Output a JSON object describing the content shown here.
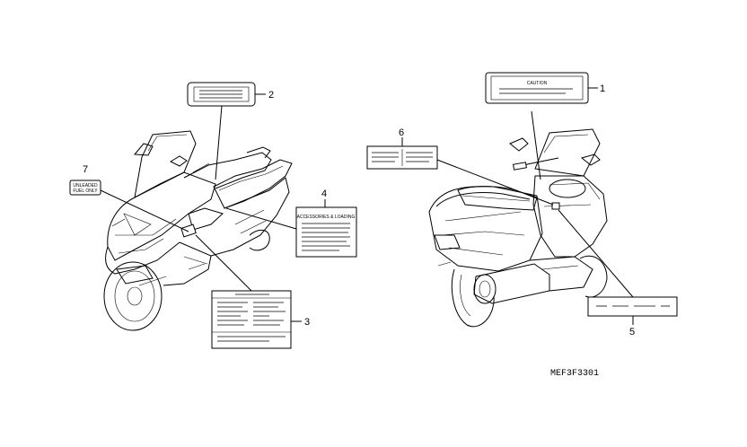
{
  "diagram": {
    "code": "MEF3F3301",
    "callouts": [
      {
        "number": "1",
        "part": "label-1"
      },
      {
        "number": "2",
        "part": "label-2"
      },
      {
        "number": "3",
        "part": "label-3"
      },
      {
        "number": "4",
        "part": "label-4"
      },
      {
        "number": "5",
        "part": "label-5"
      },
      {
        "number": "6",
        "part": "label-6"
      },
      {
        "number": "7",
        "part": "label-7"
      }
    ],
    "label_text": {
      "label1": "CAUTION",
      "label4": "ACCESSORIES & LOADING",
      "label7_line1": "UNLEADED",
      "label7_line2": "FUEL ONLY"
    }
  }
}
